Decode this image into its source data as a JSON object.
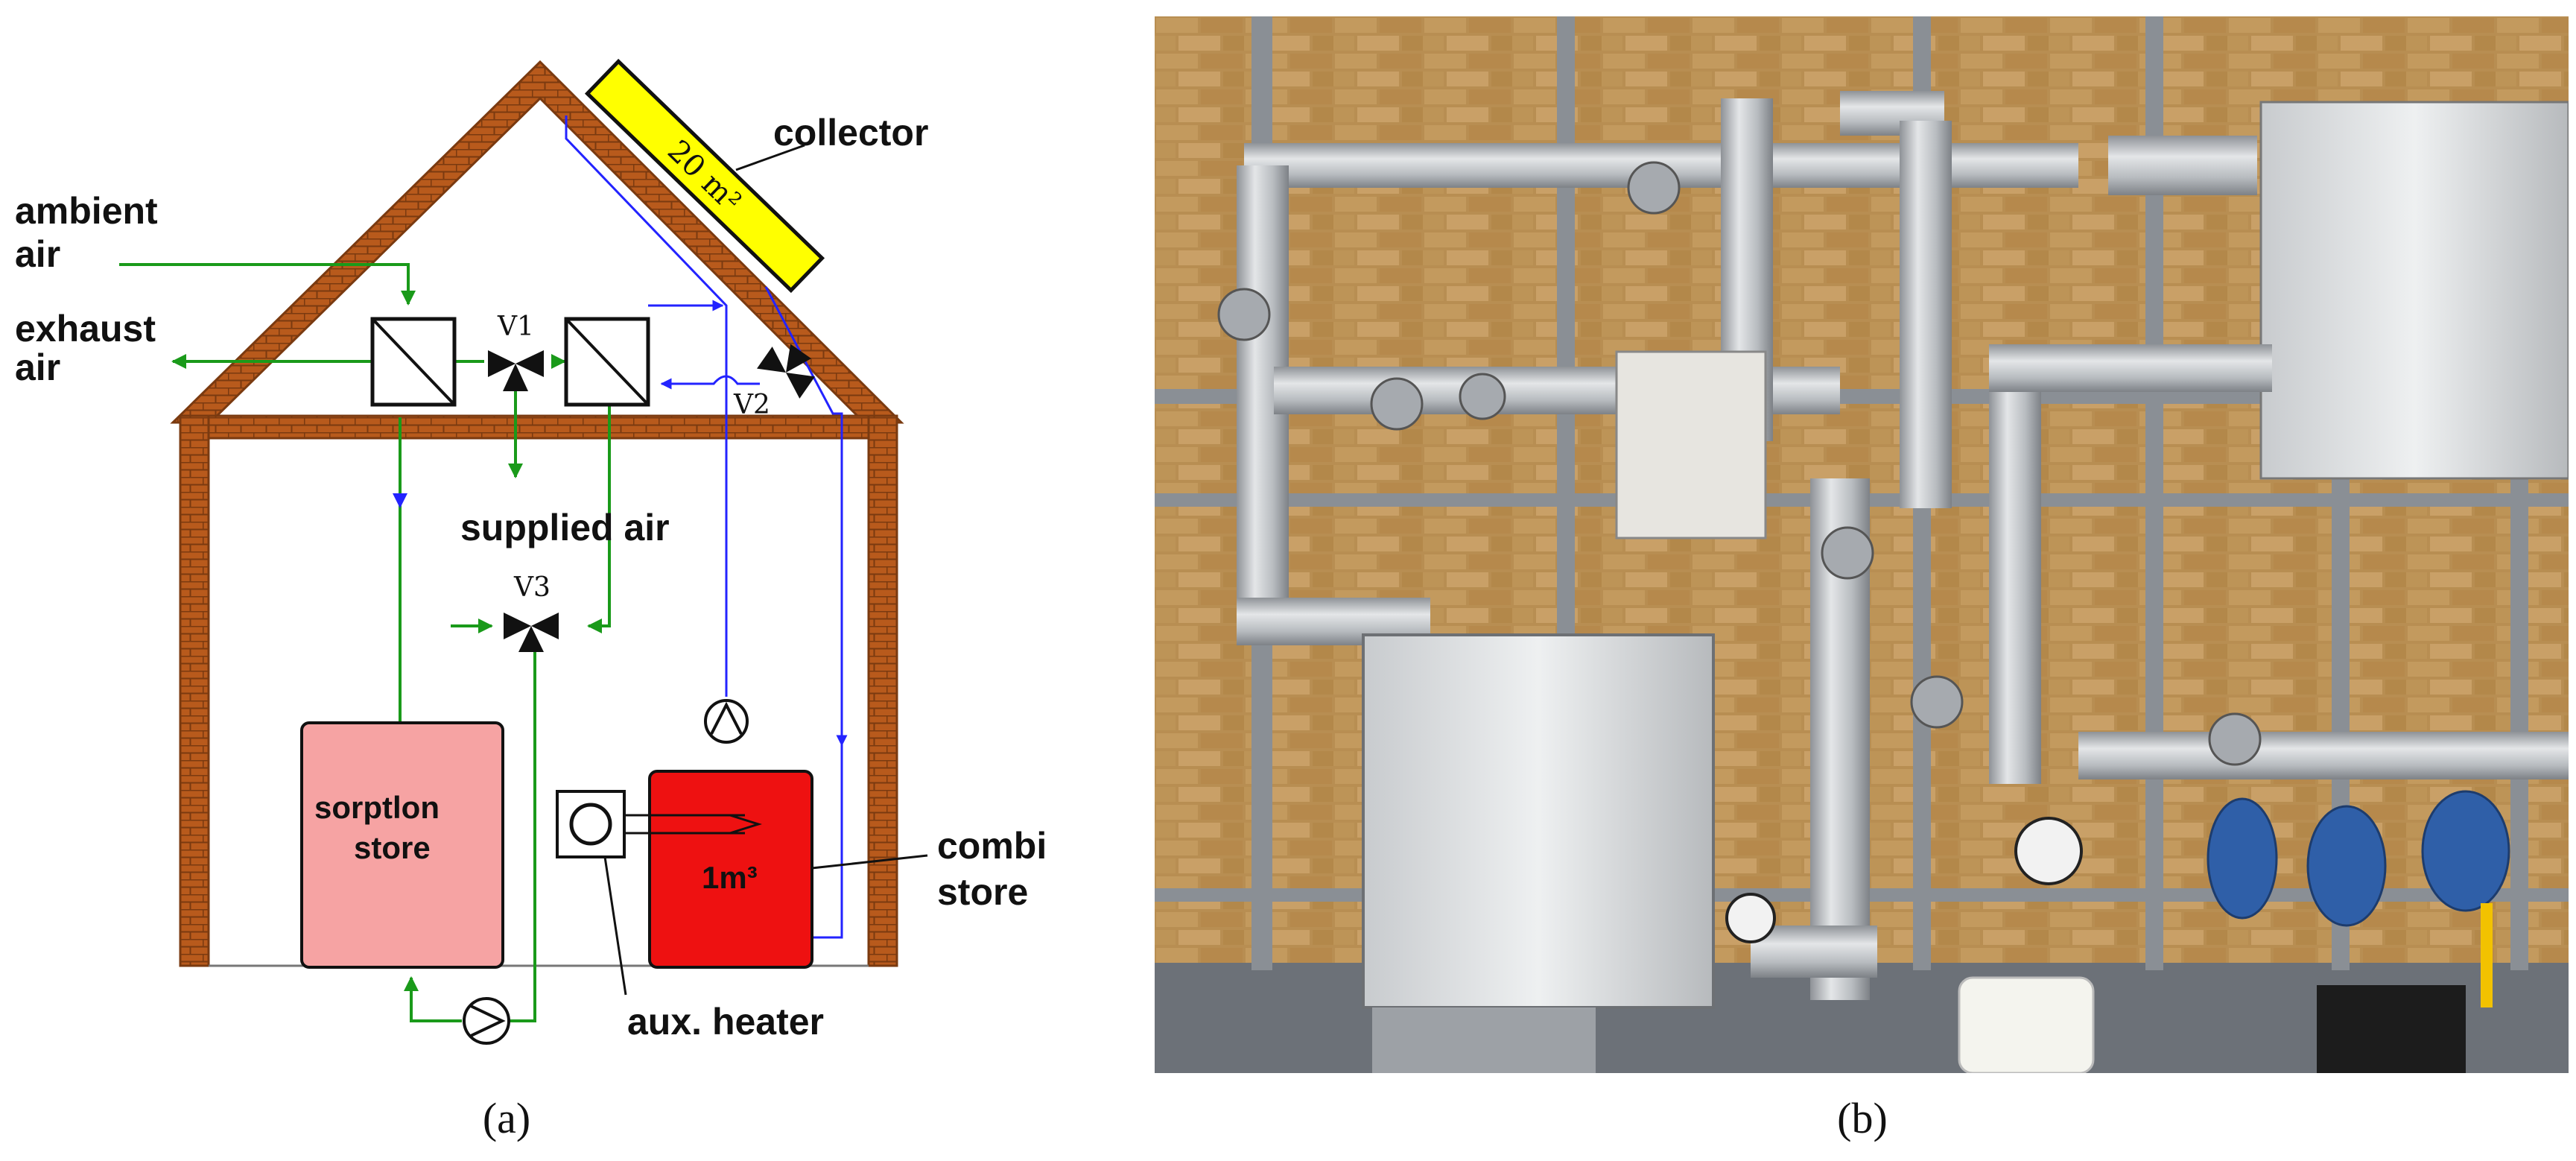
{
  "panel_a": {
    "labels": {
      "collector": "collector",
      "collector_area": "20 m²",
      "ambient_air_1": "ambient",
      "ambient_air_2": "air",
      "exhaust_air_1": "exhaust",
      "exhaust_air_2": "air",
      "v1": "V1",
      "v2": "V2",
      "v3": "V3",
      "supplied_air": "supplied air",
      "sorption_store_1": "sorptlon",
      "sorption_store_2": "store",
      "combi_volume": "1m³",
      "combi_store_1": "combi",
      "combi_store_2": "store",
      "aux_heater": "aux. heater"
    },
    "caption": "(a)"
  },
  "panel_b": {
    "caption": "(b)"
  },
  "colors": {
    "brick": "#b85a1c",
    "brick_mortar": "#7a3a10",
    "collector_fill": "#ffff00",
    "air_line": "#1a9a1a",
    "water_line": "#2323ff",
    "sorption_store": "#f6a3a3",
    "combi_store": "#ee1111",
    "photo_wall": "#b88e52",
    "photo_duct": "#b9bcc0"
  }
}
